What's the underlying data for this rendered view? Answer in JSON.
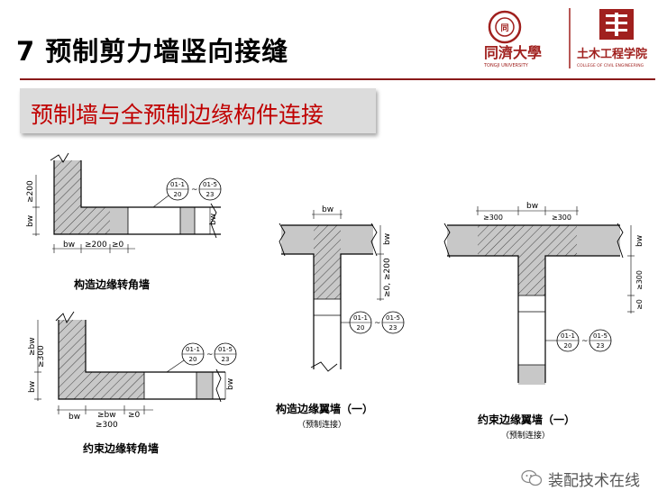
{
  "slide": {
    "title": "7  预制剪力墙竖向接缝",
    "subtitle": "预制墙与全预制边缘构件连接"
  },
  "logos": {
    "university_name": "同濟大學",
    "university_en": "TONGJI UNIVERSITY",
    "college_name": "土木工程学院",
    "college_en": "COLLEGE OF CIVIL ENGINEERING"
  },
  "drawings": {
    "d1": {
      "caption": "构造边缘转角墙",
      "dims": {
        "d200": "≥200",
        "bw_v": "bw",
        "bw_h": "bw",
        "ge200": "≥200",
        "ge0": "≥0",
        "bw_r": "bw"
      },
      "refs": {
        "a_top": "01-1",
        "a_bot": "20",
        "b_top": "01-5",
        "b_bot": "23"
      }
    },
    "d2": {
      "caption": "约束边缘转角墙",
      "dims": {
        "bw_top": "≥bw",
        "ge300_v": "≥300",
        "bw_v": "bw",
        "bw_h": "bw",
        "bw2": "≥bw",
        "ge300_h": "≥300",
        "ge0": "≥0",
        "bw_r": "bw"
      },
      "refs": {
        "a_top": "01-1",
        "a_bot": "20",
        "b_top": "01-5",
        "b_bot": "23"
      }
    },
    "d3": {
      "caption": "构造边缘翼墙（一）",
      "note": "（预制连接）",
      "dims": {
        "bw_top": "bw",
        "bw_right": "bw",
        "ge0_200": "≥0, ≥200"
      },
      "refs": {
        "a_top": "01-1",
        "a_bot": "20",
        "b_top": "01-5",
        "b_bot": "23"
      }
    },
    "d4": {
      "caption": "约束边缘翼墙（一）",
      "note": "（预制连接）",
      "dims": {
        "ge300_l": "≥300",
        "bw_top": "bw",
        "ge300_r": "≥300",
        "bw_r": "bw",
        "ge300_v": "≥300",
        "ge0": "≥0"
      },
      "refs": {
        "a_top": "01-1",
        "a_bot": "20",
        "b_top": "01-5",
        "b_bot": "23"
      }
    }
  },
  "footer": {
    "label": "装配技术在线",
    "icon": "wechat-icon"
  },
  "colors": {
    "accent": "#c00000",
    "rule": "#8a1a1a",
    "box": "#dcdcdc"
  }
}
